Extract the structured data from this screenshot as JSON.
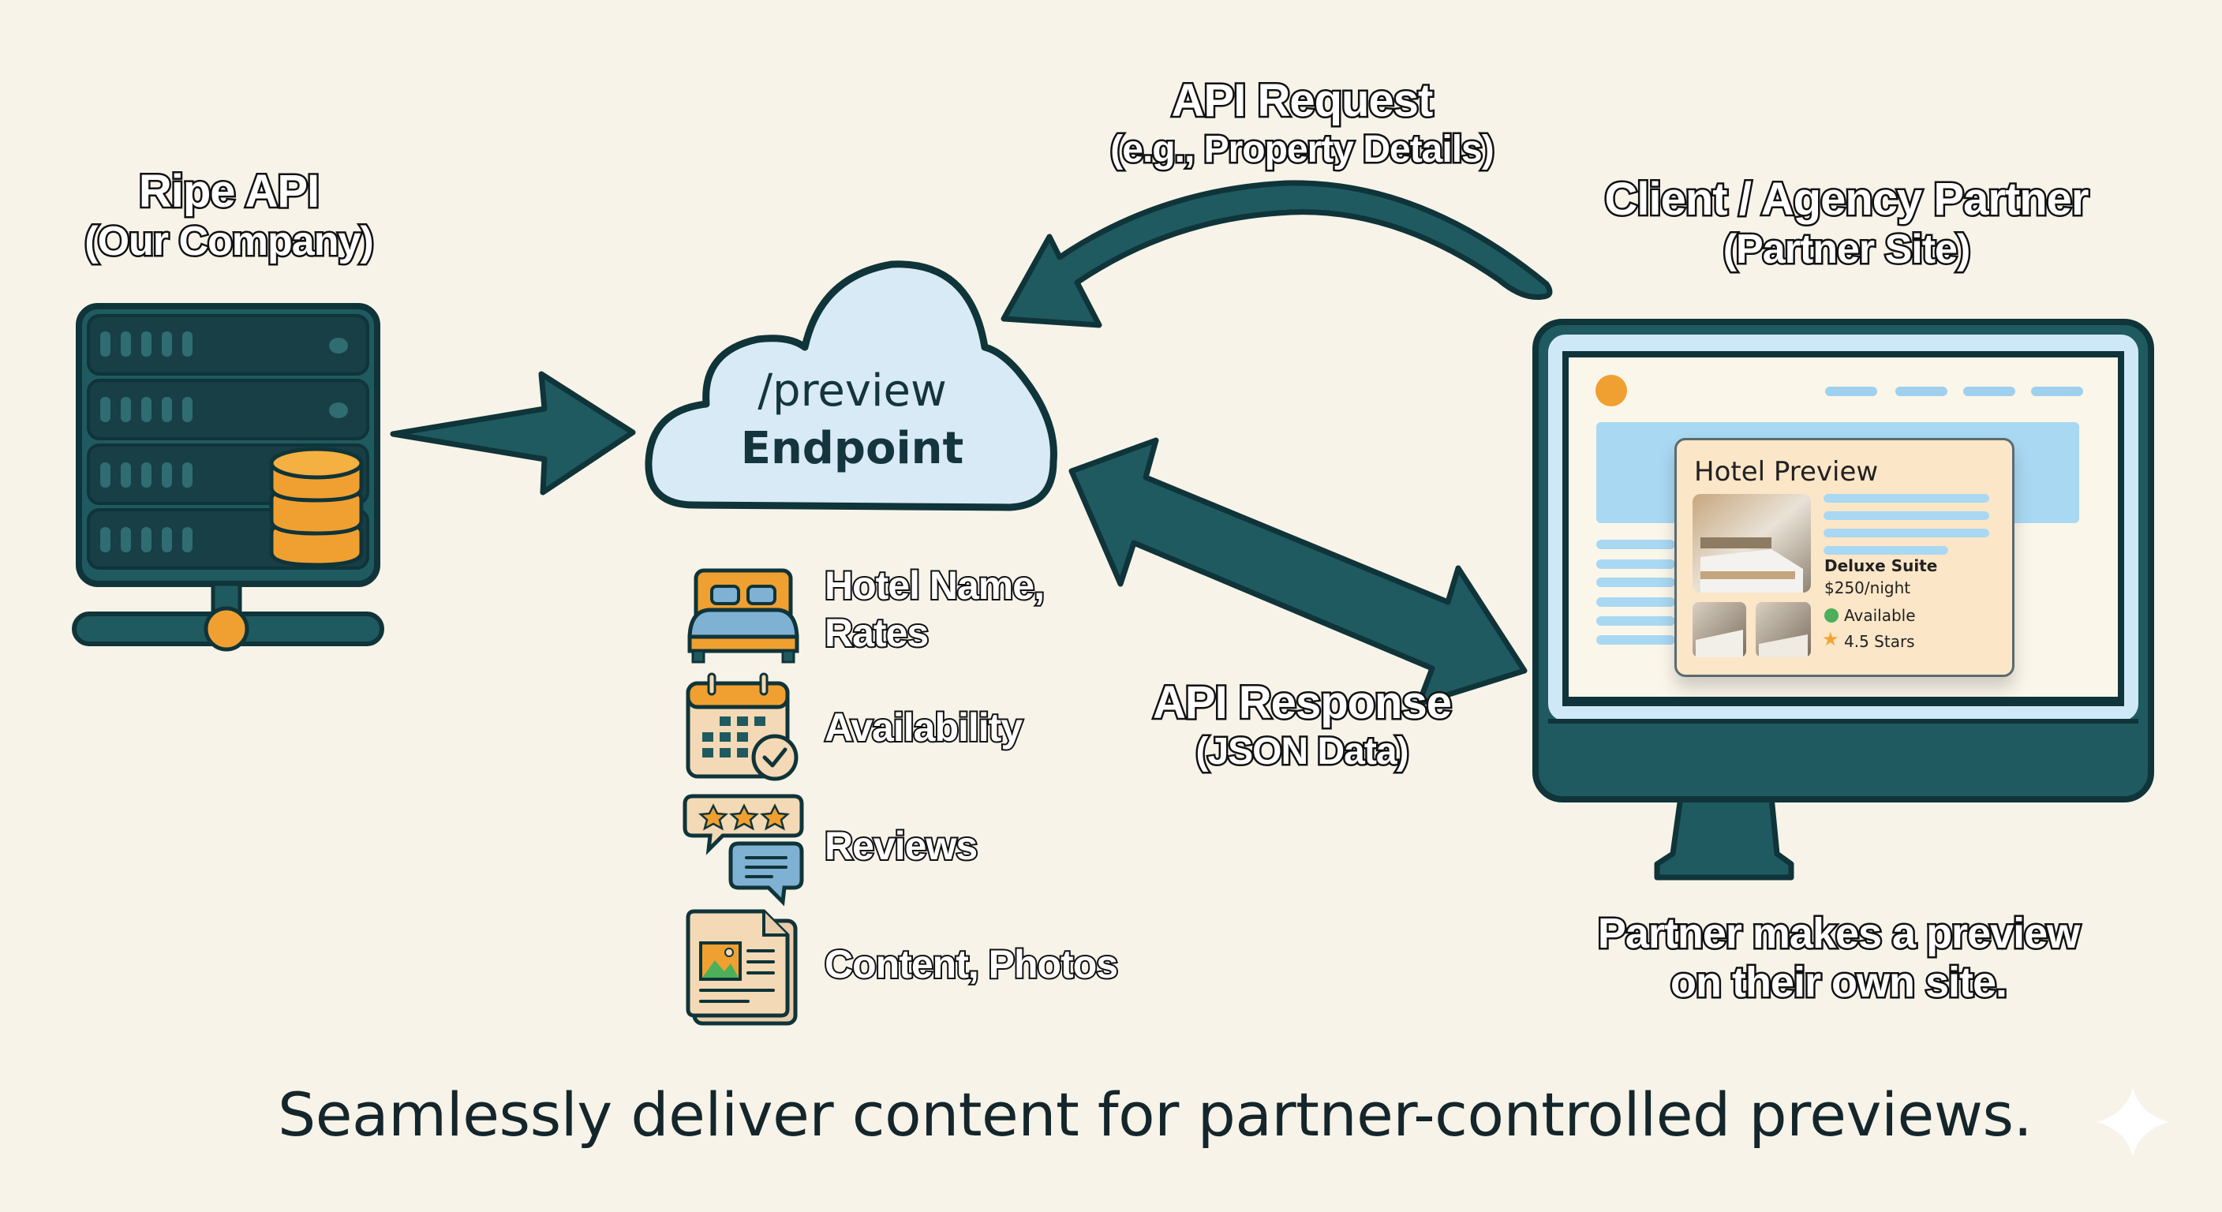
{
  "labels": {
    "ripe_api": {
      "title": "Ripe API",
      "subtitle": "(Our Company)"
    },
    "api_request": {
      "title": "API Request",
      "subtitle": "(e.g., Property Details)"
    },
    "client": {
      "title": "Client / Agency Partner",
      "subtitle": "(Partner Site)"
    },
    "api_response": {
      "title": "API Response",
      "subtitle": "(JSON Data)"
    },
    "partner_note": {
      "line1": "Partner makes a preview",
      "line2": "on their own site."
    }
  },
  "cloud": {
    "line1": "/preview",
    "line2": "Endpoint"
  },
  "data_items": [
    {
      "icon": "bed-icon",
      "line1": "Hotel Name,",
      "line2": "Rates"
    },
    {
      "icon": "calendar-check-icon",
      "line1": "Availability",
      "line2": ""
    },
    {
      "icon": "reviews-chat-icon",
      "line1": "Reviews",
      "line2": ""
    },
    {
      "icon": "document-photo-icon",
      "line1": "Content, Photos",
      "line2": ""
    }
  ],
  "preview_card": {
    "title": "Hotel Preview",
    "room_name": "Deluxe Suite",
    "price": "$250/night",
    "availability": "Available",
    "rating": "4.5 Stars"
  },
  "caption": "Seamlessly deliver content for partner-controlled previews.",
  "colors": {
    "background": "#f7f3e8",
    "teal": "#1f5a60",
    "teal_dark": "#0f3439",
    "orange": "#f0a030",
    "cloud_fill": "#d7eaf5",
    "screen_blue": "#bfe0f5",
    "card_fill": "#fbe6c8",
    "available_green": "#4caf5a"
  }
}
